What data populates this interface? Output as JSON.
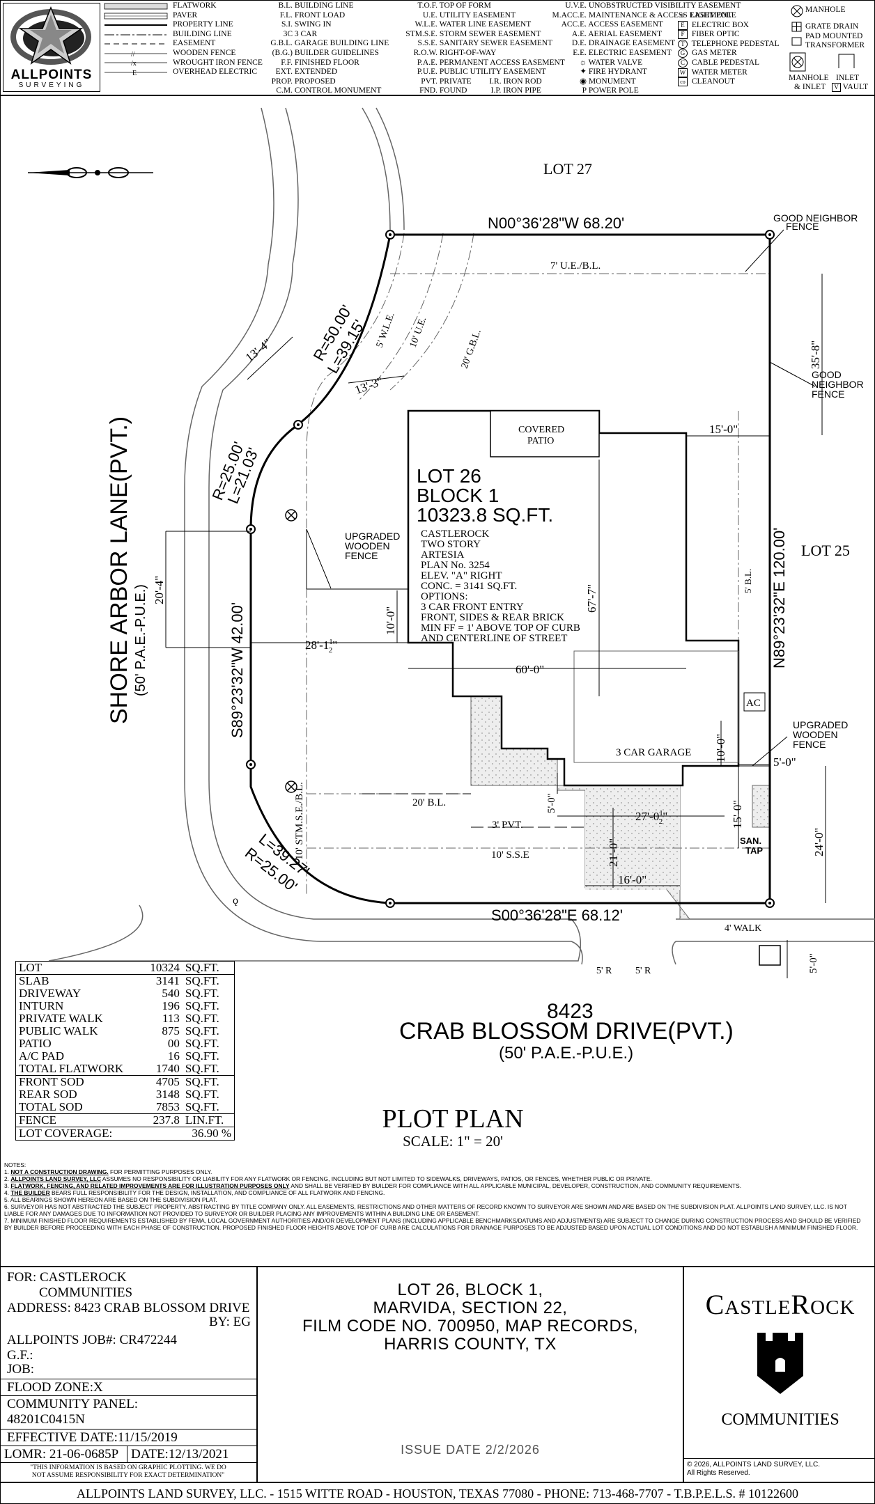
{
  "header": {
    "company_name": "ALLPOINTS",
    "company_sub": "SURVEYING",
    "symbol_legend": [
      {
        "label": "FLATWORK"
      },
      {
        "label": "PAVER"
      },
      {
        "label": "PROPERTY LINE"
      },
      {
        "label": "BUILDING LINE"
      },
      {
        "label": "EASEMENT"
      },
      {
        "label": "WOODEN FENCE"
      },
      {
        "label": "WROUGHT IRON FENCE"
      },
      {
        "label": "OVERHEAD ELECTRIC"
      }
    ],
    "abbr_col1": [
      {
        "abbr": "B.L.",
        "text": "BUILDING LINE"
      },
      {
        "abbr": "F.L.",
        "text": "FRONT LOAD"
      },
      {
        "abbr": "S.I.",
        "text": "SWING IN"
      },
      {
        "abbr": "3C",
        "text": "3 CAR"
      },
      {
        "abbr": "G.B.L.",
        "text": "GARAGE BUILDING LINE"
      },
      {
        "abbr": "(B.G.)",
        "text": "BUILDER GUIDELINES"
      },
      {
        "abbr": "F.F.",
        "text": "FINISHED FLOOR"
      },
      {
        "abbr": "EXT.",
        "text": "EXTENDED"
      },
      {
        "abbr": "PROP.",
        "text": "PROPOSED"
      },
      {
        "abbr": "C.M.",
        "text": "CONTROL MONUMENT"
      }
    ],
    "abbr_col2": [
      {
        "abbr": "T.O.F.",
        "text": "TOP OF FORM"
      },
      {
        "abbr": "U.E.",
        "text": "UTILITY EASEMENT"
      },
      {
        "abbr": "W.L.E.",
        "text": "WATER LINE EASEMENT"
      },
      {
        "abbr": "STM.S.E.",
        "text": "STORM SEWER EASEMENT"
      },
      {
        "abbr": "S.S.E.",
        "text": "SANITARY SEWER EASEMENT"
      },
      {
        "abbr": "R.O.W.",
        "text": "RIGHT-OF-WAY"
      },
      {
        "abbr": "P.A.E.",
        "text": "PERMANENT ACCESS EASEMENT"
      },
      {
        "abbr": "P.U.E.",
        "text": "PUBLIC UTILITY EASEMENT"
      },
      {
        "abbr": "PVT.",
        "text": "PRIVATE"
      },
      {
        "abbr": "FND.",
        "text": "FOUND"
      }
    ],
    "abbr_col2b": [
      {
        "abbr": "I.R.",
        "text": "IRON ROD"
      },
      {
        "abbr": "I.P.",
        "text": "IRON PIPE"
      }
    ],
    "abbr_col3": [
      {
        "abbr": "U.V.E.",
        "text": "UNOBSTRUCTED VISIBILITY EASEMENT"
      },
      {
        "abbr": "M.ACC.E.",
        "text": "MAINTENANCE & ACCESS EASEMENT"
      },
      {
        "abbr": "ACC.E.",
        "text": "ACCESS EASEMENT"
      },
      {
        "abbr": "A.E.",
        "text": "AERIAL EASEMENT"
      },
      {
        "abbr": "D.E.",
        "text": "DRAINAGE EASEMENT"
      },
      {
        "abbr": "E.E.",
        "text": "ELECTRIC EASEMENT"
      }
    ],
    "symbols_col3": [
      {
        "glyph": "☼",
        "text": "WATER VALVE"
      },
      {
        "glyph": "✦",
        "text": "FIRE HYDRANT"
      },
      {
        "glyph": "◉",
        "text": "MONUMENT"
      },
      {
        "glyph": "P",
        "text": "POWER POLE"
      }
    ],
    "symbols_col4": [
      {
        "glyph": "☼",
        "text": "LIGHT POLE"
      },
      {
        "glyph": "E",
        "text": "ELECTRIC BOX"
      },
      {
        "glyph": "F",
        "text": "FIBER OPTIC"
      },
      {
        "glyph": "T",
        "text": "TELEPHONE PEDESTAL"
      },
      {
        "glyph": "G",
        "text": "GAS METER"
      },
      {
        "glyph": "C",
        "text": "CABLE PEDESTAL"
      },
      {
        "glyph": "W",
        "text": "WATER METER"
      },
      {
        "glyph": "co",
        "text": "CLEANOUT"
      }
    ],
    "symbols_col5": {
      "manhole": "MANHOLE",
      "grate_drain": "GRATE DRAIN",
      "pad_mounted": "PAD MOUNTED",
      "transformer": "TRANSFORMER",
      "manhole_inlet_1": "MANHOLE",
      "manhole_inlet_2": "& INLET",
      "inlet": "INLET",
      "vault": "VAULT",
      "vault_glyph": "V"
    }
  },
  "plan": {
    "lot_27": "LOT 27",
    "lot_25": "LOT 25",
    "north_bearing": "N00°36'28\"W     68.20'",
    "south_bearing": "S00°36'28\"E     68.12'",
    "east_bearing": "N89°23'32\"E     120.00'",
    "west_bearing": "S89°23'32\"W     42.00'",
    "ue_bl": "7' U.E./B.L.",
    "good_neighbor_1a": "GOOD NEIGHBOR",
    "good_neighbor_1b": "FENCE",
    "good_neighbor_2a": "GOOD",
    "good_neighbor_2b": "NEIGHBOR",
    "good_neighbor_2c": "FENCE",
    "dim_35_8": "35'-8\"",
    "dim_15_0": "15'-0\"",
    "dim_13_4": "13'-4\"",
    "dim_13_3": "13'-3\"",
    "curve1_r": "R=50.00'",
    "curve1_l": "L=39.15'",
    "curve2_r": "R=25.00'",
    "curve2_l": "L=21.03'",
    "curve3_l": "L=39.27'",
    "curve3_r": "R=25.00'",
    "wle": "5' W.L.E.",
    "ue10": "10' U.E.",
    "gbl": "20' G.B.L.",
    "covered_patio_1": "COVERED",
    "covered_patio_2": "PATIO",
    "lot_title": "LOT 26",
    "block_title": "BLOCK 1",
    "area_title": "10323.8  SQ.FT.",
    "house_info": [
      "CASTLEROCK",
      "TWO STORY",
      "ARTESIA",
      "PLAN No. 3254",
      "ELEV. \"A\" RIGHT",
      "CONC. = 3141 SQ.FT.",
      "OPTIONS:",
      "3 CAR FRONT ENTRY",
      "FRONT, SIDES & REAR BRICK",
      "MIN FF = 1' ABOVE TOP OF CURB",
      "AND CENTERLINE OF STREET"
    ],
    "upgraded_fence_1a": "UPGRADED",
    "upgraded_fence_1b": "WOODEN",
    "upgraded_fence_1c": "FENCE",
    "upgraded_fence_2a": "UPGRADED",
    "upgraded_fence_2b": "WOODEN",
    "upgraded_fence_2c": "FENCE",
    "dim_20_4": "20'-4\"",
    "dim_10_0a": "10'-0\"",
    "dim_28_1": "28'-1",
    "dim_28_frac_n": "1",
    "dim_28_frac_d": "2",
    "dim_28_tail": "\"",
    "dim_67_7": "67'-7\"",
    "bl5": "5' B.L.",
    "dim_60_0": "60'-0\"",
    "ac": "AC",
    "garage": "3 CAR GARAGE",
    "dim_10_0b": "10'-0\"",
    "dim_5_0a": "5'-0\"",
    "dim_5_0b": "5'-0\"",
    "stm_se": "10' STM.S.E./B.L.",
    "bl20": "20' B.L.",
    "dim_27_0": "27'-0",
    "dim_27_frac_n": "1",
    "dim_27_frac_d": "2",
    "dim_27_tail": "\"",
    "dim_15_0b": "15'-0\"",
    "dim_24_0": "24'-0\"",
    "pvt3": "3' PVT.",
    "sse10": "10' S.S.E",
    "dim_21_0": "21'-0\"",
    "dim_16_0": "16'-0\"",
    "san_tap_1": "SAN.",
    "san_tap_2": "TAP",
    "walk4": "4' WALK",
    "r5a": "5' R",
    "r5b": "5' R",
    "dim_5_0c": "5'-0\"",
    "street_left_1": "SHORE ARBOR LANE(PVT.)",
    "street_left_2": "(50' P.A.E.-P.U.E.)",
    "address_no": "8423",
    "street_bottom_1": "CRAB BLOSSOM DRIVE(PVT.)",
    "street_bottom_2": "(50' P.A.E.-P.U.E.)"
  },
  "area_table": {
    "rows": [
      {
        "label": "LOT",
        "value": "10324",
        "unit": "SQ.FT."
      },
      {
        "label": "SLAB",
        "value": "3141",
        "unit": "SQ.FT."
      },
      {
        "label": "DRIVEWAY",
        "value": "540",
        "unit": "SQ.FT."
      },
      {
        "label": "INTURN",
        "value": "196",
        "unit": "SQ.FT."
      },
      {
        "label": "PRIVATE WALK",
        "value": "113",
        "unit": "SQ.FT."
      },
      {
        "label": "PUBLIC WALK",
        "value": "875",
        "unit": "SQ.FT."
      },
      {
        "label": "PATIO",
        "value": "00",
        "unit": "SQ.FT."
      },
      {
        "label": "A/C PAD",
        "value": "16",
        "unit": "SQ.FT."
      },
      {
        "label": "TOTAL FLATWORK",
        "value": "1740",
        "unit": "SQ.FT."
      },
      {
        "label": "FRONT SOD",
        "value": "4705",
        "unit": "SQ.FT."
      },
      {
        "label": "REAR SOD",
        "value": "3148",
        "unit": "SQ.FT."
      },
      {
        "label": "TOTAL SOD",
        "value": "7853",
        "unit": "SQ.FT."
      },
      {
        "label": "FENCE",
        "value": "237.8",
        "unit": "LIN.FT."
      }
    ],
    "coverage_label": "LOT COVERAGE:",
    "coverage_value": "36.90 %"
  },
  "plot_plan": {
    "title": "PLOT PLAN",
    "scale": "SCALE: 1\" = 20'"
  },
  "notes": {
    "heading": "NOTES:",
    "items": [
      {
        "num": "1.",
        "bold": "NOT A CONSTRUCTION DRAWING.",
        "text": " FOR PERMITTING PURPOSES ONLY."
      },
      {
        "num": "2.",
        "bold": "ALLPOINTS LAND SURVEY, LLC",
        "text": " ASSUMES NO RESPONSIBILITY OR LIABILITY FOR ANY FLATWORK OR FENCING, INCLUDING BUT NOT LIMITED TO SIDEWALKS, DRIVEWAYS, PATIOS, OR FENCES, WHETHER PUBLIC OR PRIVATE."
      },
      {
        "num": "3.",
        "bold": "FLATWORK, FENCING, AND RELATED IMPROVEMENTS ARE FOR ILLUSTRATION PURPOSES ONLY",
        "text": " AND SHALL BE VERIFIED BY BUILDER FOR COMPLIANCE WITH ALL APPLICABLE MUNICIPAL, DEVELOPER, CONSTRUCTION, AND COMMUNITY REQUIREMENTS."
      },
      {
        "num": "4.",
        "bold": "THE BUILDER",
        "text": " BEARS FULL RESPONSIBILITY FOR THE DESIGN, INSTALLATION, AND COMPLIANCE OF ALL FLATWORK AND FENCING."
      },
      {
        "num": "5.",
        "bold": "",
        "text": "ALL BEARINGS SHOWN HEREON ARE BASED ON THE SUBDIVISION PLAT."
      },
      {
        "num": "6.",
        "bold": "",
        "text": "SURVEYOR HAS NOT ABSTRACTED THE SUBJECT PROPERTY. ABSTRACTING BY TITLE COMPANY ONLY. ALL EASEMENTS, RESTRICTIONS AND OTHER MATTERS OF RECORD KNOWN TO SURVEYOR ARE SHOWN AND ARE BASED ON THE SUBDIVISION PLAT. ALLPOINTS LAND SURVEY, LLC. IS NOT LIABLE FOR ANY DAMAGES DUE TO INFORMATION NOT PROVIDED TO SURVEYOR OR BUILDER PLACING ANY IMPROVEMENTS WITHIN A BUILDING LINE OR EASEMENT."
      },
      {
        "num": "7.",
        "bold": "",
        "text": "MINIMUM FINISHED FLOOR REQUIREMENTS ESTABLISHED BY FEMA, LOCAL GOVERNMENT AUTHORITIES AND/OR DEVELOPMENT PLANS (INCLUDING APPLICABLE BENCHMARKS/DATUMS AND ADJUSTMENTS) ARE SUBJECT TO CHANGE DURING CONSTRUCTION PROCESS AND SHOULD BE VERIFIED BY BUILDER BEFORE PROCEEDING WITH EACH PHASE OF CONSTRUCTION.  PROPOSED FINISHED FLOOR HEIGHTS ABOVE TOP OF CURB ARE CALCULATIONS FOR DRAINAGE PURPOSES TO BE ADJUSTED BASED UPON ACTUAL LOT CONDITIONS AND DO NOT ESTABLISH A MINIMUM FINISHED FLOOR."
      }
    ]
  },
  "title_block": {
    "for_1": "FOR:  CASTLEROCK",
    "for_2": "COMMUNITIES",
    "address": "ADDRESS: 8423 CRAB BLOSSOM DRIVE",
    "by": "BY: EG",
    "job_no": "ALLPOINTS JOB#: CR472244",
    "gf": "G.F.:",
    "job": "JOB:",
    "flood_zone": "FLOOD ZONE:X",
    "community_panel": "COMMUNITY PANEL:",
    "panel_no": "48201C0415N",
    "effective_date": "EFFECTIVE DATE:11/15/2019",
    "lomr": "LOMR: 21-06-0685P",
    "date": "DATE:12/13/2021",
    "disclaimer_1": "\"THIS INFORMATION IS BASED ON GRAPHIC PLOTTING.  WE DO",
    "disclaimer_2": "NOT ASSUME RESPONSIBILITY FOR EXACT DETERMINATION\"",
    "legal_lines": [
      "LOT 26, BLOCK 1,",
      "MARVIDA, SECTION 22,",
      "FILM CODE NO. 700950, MAP RECORDS,",
      "HARRIS COUNTY, TX"
    ],
    "issue_date": "ISSUE DATE 2/2/2026",
    "brand_c": "C",
    "brand_astle": "ASTLE",
    "brand_r": "R",
    "brand_ock": "OCK",
    "brand_sub": "COMMUNITIES",
    "copyright_1": "© 2026, ALLPOINTS LAND SURVEY, LLC.",
    "copyright_2": "All Rights Reserved."
  },
  "footer": {
    "text": "ALLPOINTS LAND SURVEY, LLC. - 1515 WITTE ROAD - HOUSTON, TEXAS 77080 - PHONE: 713-468-7707 - T.B.P.E.L.S. # 10122600"
  }
}
